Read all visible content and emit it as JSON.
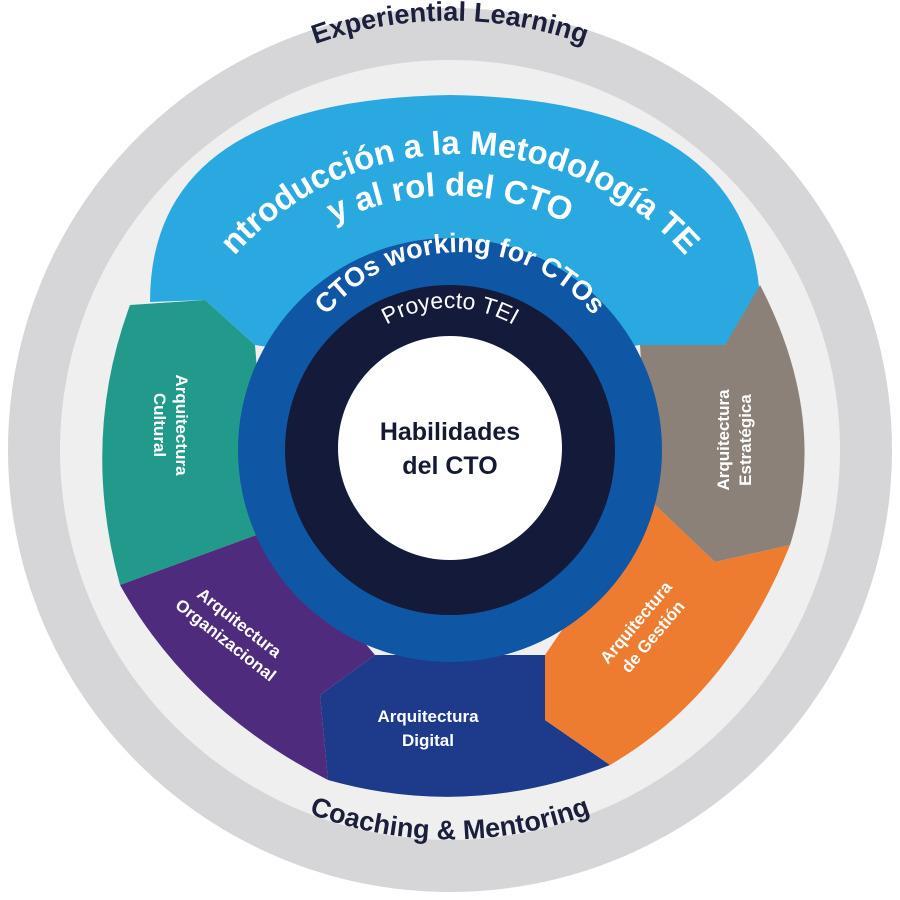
{
  "outer_ring": {
    "top_label": "Experiential Learning",
    "bottom_label": "Coaching & Mentoring"
  },
  "intro": {
    "line1": "Introducción a la Metodología TEI",
    "line2": "y al rol del CTO"
  },
  "inner_ring": {
    "ctos_label": "CTOs working for CTOs",
    "proyecto_label": "Proyecto TEI"
  },
  "center": {
    "line1": "Habilidades",
    "line2": "del CTO"
  },
  "segments": {
    "cultural": {
      "line1": "Arquitectura",
      "line2": "Cultural"
    },
    "organizacional": {
      "line1": "Arquitectura",
      "line2": "Organizacional"
    },
    "digital": {
      "line1": "Arquitectura",
      "line2": "Digital"
    },
    "gestion": {
      "line1": "Arquitectura",
      "line2": "de Gestión"
    },
    "estrategica": {
      "line1": "Arquitectura",
      "line2": "Estratégica"
    }
  },
  "colors": {
    "outer_ring": "#d6d6d8",
    "light_ring": "#efeff0",
    "intro": "#2aa9e1",
    "cultural": "#219a8c",
    "organizacional": "#4f2b7d",
    "digital": "#1e3a8a",
    "gestion": "#ee7c30",
    "estrategica": "#8c8179",
    "inner_ring": "#0f56a5",
    "dark_ring": "#141a3a",
    "center": "#ffffff"
  }
}
